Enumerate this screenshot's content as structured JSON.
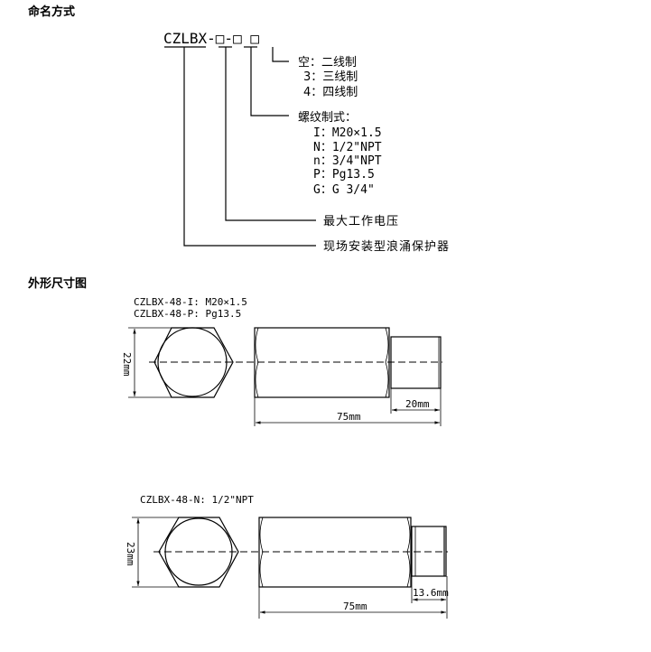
{
  "naming": {
    "title": "命名方式",
    "model": "CZLBX-□-□ □",
    "wiring": [
      "空：二线制",
      "3：三线制",
      "4：四线制"
    ],
    "thread_title": "螺纹制式：",
    "threads": [
      "I：M20×1.5",
      "N：1/2\"NPT",
      "n：3/4\"NPT",
      "P：Pg13.5",
      "G：G 3/4\""
    ],
    "voltage": "最大工作电压",
    "product": "现场安装型浪涌保护器"
  },
  "dimensions": {
    "title": "外形尺寸图",
    "drawing1": {
      "labels": [
        "CZLBX-48-I: M20×1.5",
        "CZLBX-48-P: Pg13.5"
      ],
      "hex_size": "22mm",
      "thread_length": "20mm",
      "total_length": "75mm"
    },
    "drawing2": {
      "labels": [
        "CZLBX-48-N: 1/2\"NPT"
      ],
      "hex_size": "23mm",
      "thread_length": "13.6mm",
      "total_length": "75mm"
    }
  }
}
